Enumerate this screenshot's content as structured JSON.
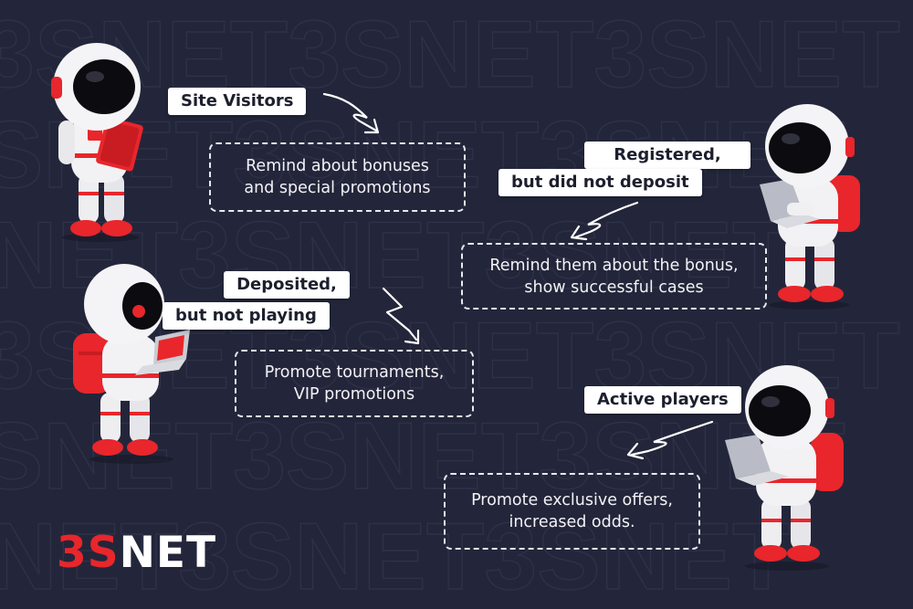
{
  "segments": {
    "visitors": {
      "tag": "Site Visitors",
      "line1": "Remind about bonuses",
      "line2": "and special promotions"
    },
    "registered": {
      "tag1": "Registered,",
      "tag2": "but did not deposit",
      "line1": "Remind them about the bonus,",
      "line2": "show successful cases"
    },
    "deposited": {
      "tag1": "Deposited,",
      "tag2": "but not playing",
      "line1": "Promote tournaments,",
      "line2": "VIP promotions"
    },
    "active": {
      "tag": "Active players",
      "line1": "Promote exclusive offers,",
      "line2": "increased odds."
    }
  },
  "logo": {
    "part1": "3S",
    "part2": "NET"
  },
  "watermark": "3SNET3SNET3SNET",
  "colors": {
    "background": "#23263a",
    "accent": "#e8262b",
    "suit": "#f2f2f4",
    "visor": "#0b0b10"
  }
}
